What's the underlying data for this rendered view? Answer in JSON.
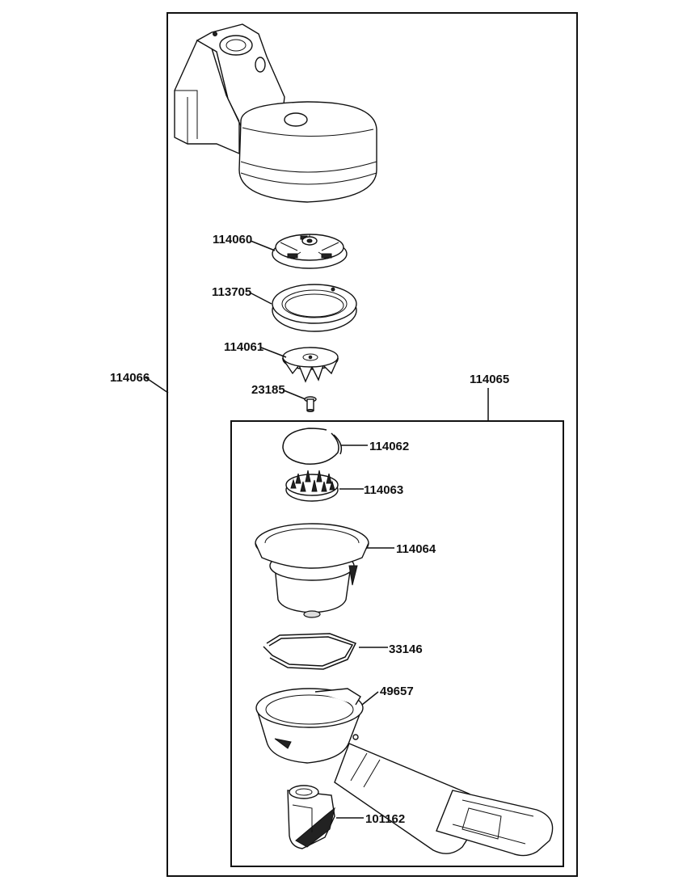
{
  "labels": {
    "assembly_outer": "114066",
    "assembly_inner": "114065",
    "part_114060": "114060",
    "part_113705": "113705",
    "part_114061": "114061",
    "part_23185": "23185",
    "part_114062": "114062",
    "part_114063": "114063",
    "part_114064": "114064",
    "part_33146": "33146",
    "part_49657": "49657",
    "part_101162": "101162"
  }
}
